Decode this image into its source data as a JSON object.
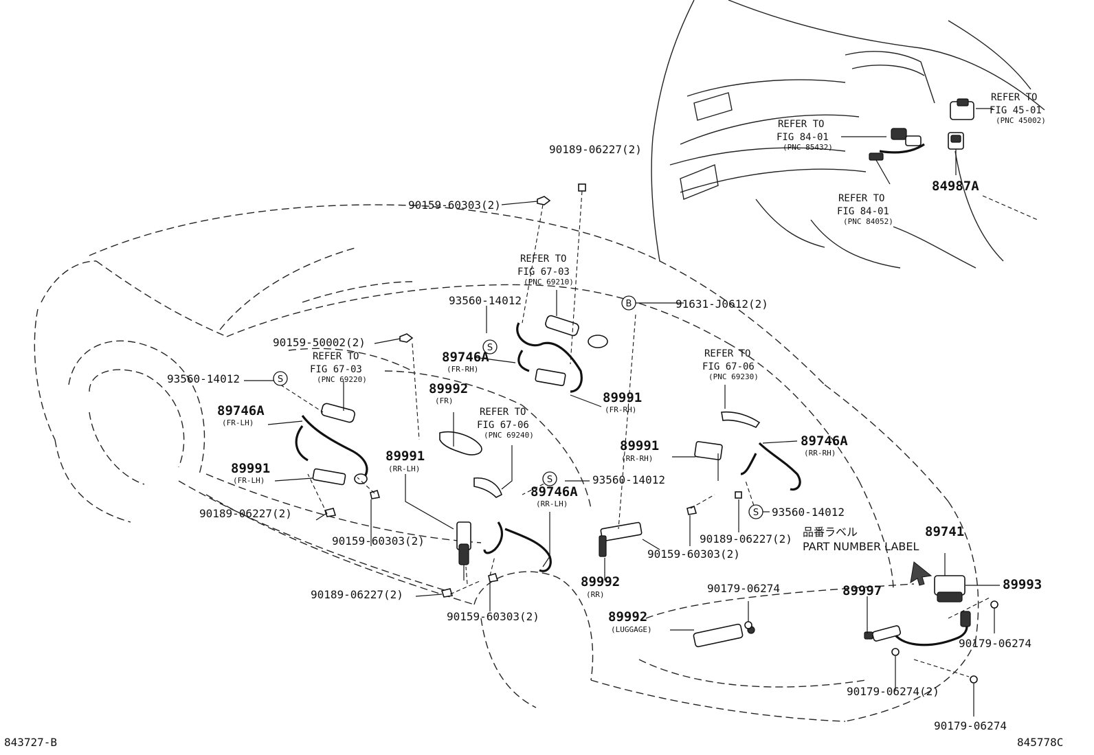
{
  "labels": {
    "p90189_top": "90189-06227(2)",
    "p90159_top": "90159-60303(2)",
    "ref_fig6703_a": "REFER TO",
    "ref_fig6703_b": "FIG 67-03",
    "ref_fig6703_c": "(PNC 69210)",
    "p93560_a": "93560-14012",
    "p89746A_frrh": "89746A",
    "sub_frrh": "(FR-RH)",
    "p89992_fr": "89992",
    "sub_fr": "(FR)",
    "p89991_frrh": "89991",
    "sub_frrh2": "(FR-RH)",
    "b_circle": "B",
    "p91631": "91631-J0612(2)",
    "p90159_50002": "90159-50002(2)",
    "ref_6703L_a": "REFER TO",
    "ref_6703L_b": "FIG 67-03",
    "ref_6703L_c": "(PNC 69220)",
    "p93560_b": "93560-14012",
    "s_circle": "S",
    "p89746A_frlh": "89746A",
    "sub_frlh": "(FR-LH)",
    "p89991_frlh": "89991",
    "sub_frlh2": "(FR-LH)",
    "p90189_l": "90189-06227(2)",
    "p90159_l": "90159-60303(2)",
    "p89991_rrlh": "89991",
    "sub_rrlh": "(RR-LH)",
    "ref_6706A_a": "REFER TO",
    "ref_6706A_b": "FIG 67-06",
    "ref_6706A_c": "(PNC 69240)",
    "p93560_c": "93560-14012",
    "p89746A_rrlh": "89746A",
    "sub_rrlh2": "(RR-LH)",
    "p90189_b": "90189-06227(2)",
    "p90159_b": "90159-60303(2)",
    "ref_6706B_a": "REFER TO",
    "ref_6706B_b": "FIG 67-06",
    "ref_6706B_c": "(PNC 69230)",
    "p89991_rrrh": "89991",
    "sub_rrrh": "(RR-RH)",
    "p89746A_rrrh": "89746A",
    "sub_rrrh2": "(RR-RH)",
    "p93560_d": "93560-14012",
    "p90189_r": "90189-06227(2)",
    "p90159_r": "90159-60303(2)",
    "p89992_rr": "89992",
    "sub_rr": "(RR)",
    "p90179_a": "90179-06274",
    "p89992_lug": "89992",
    "sub_lug": "(LUGGAGE)",
    "label_jp": "品番ラベル",
    "label_en": "PART NUMBER LABEL",
    "p89741": "89741",
    "p89993": "89993",
    "p89997": "89997",
    "p90179_b": "90179-06274",
    "p90179_c": "90179-06274(2)",
    "p90179_d": "90179-06274",
    "ref_8401A_a": "REFER TO",
    "ref_8401A_b": "FIG 84-01",
    "ref_8401A_c": "(PNC 85432)",
    "ref_4501_a": "REFER TO",
    "ref_4501_b": "FIG 45-01",
    "ref_4501_c": "(PNC 45002)",
    "ref_8401B_a": "REFER TO",
    "ref_8401B_b": "FIG 84-01",
    "ref_8401B_c": "(PNC 84052)",
    "p84987A": "84987A",
    "code_left": "843727-B",
    "code_right": "845778C"
  }
}
